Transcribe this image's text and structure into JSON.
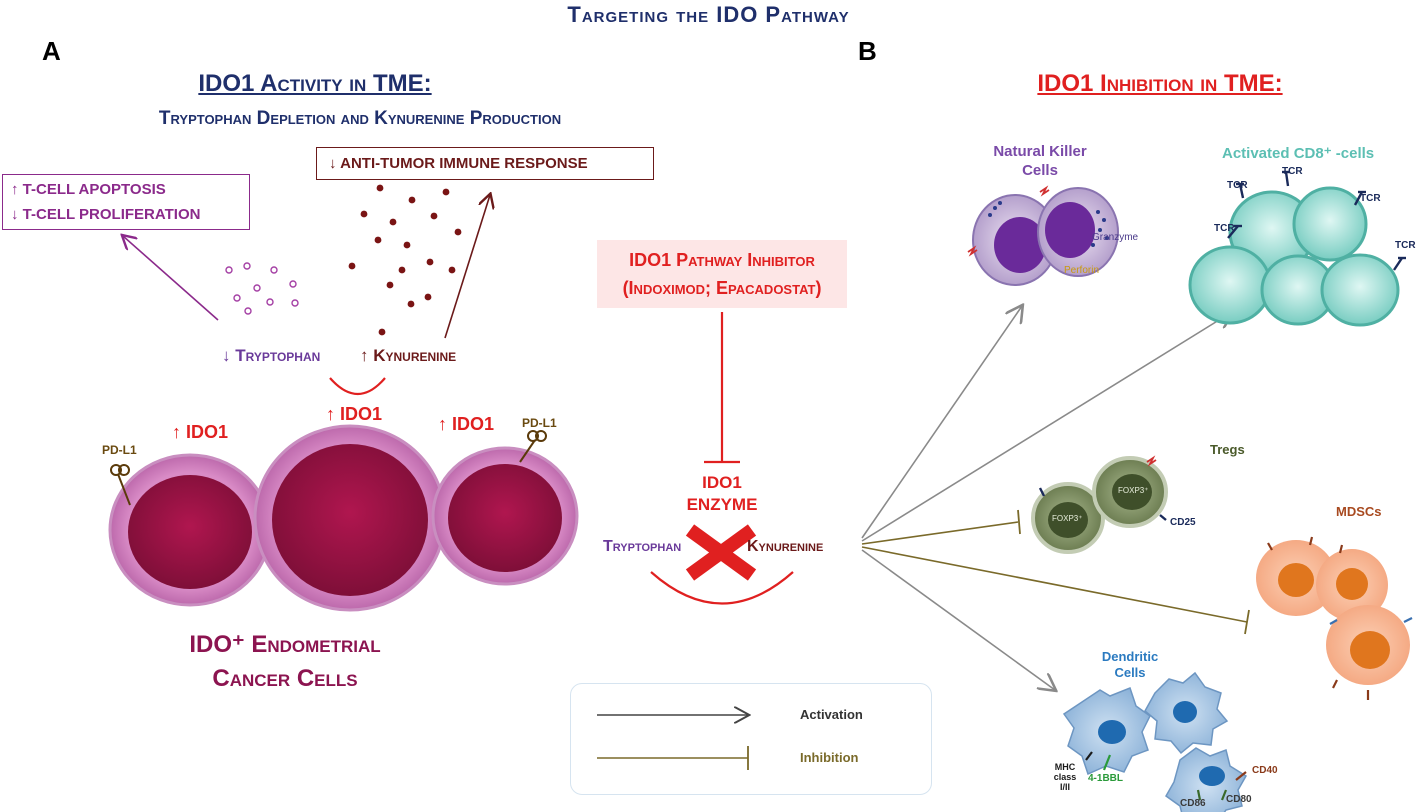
{
  "title": "Targeting the IDO Pathway",
  "panel_a": {
    "letter": "A",
    "heading": "IDO1 Activity in TME:",
    "subheading": "Tryptophan Depletion and Kynurenine Production",
    "tcell_box": {
      "line1": "↑ T-CELL APOPTOSIS",
      "line2": "↓ T-CELL PROLIFERATION"
    },
    "antitumor_box": "↓ ANTI-TUMOR IMMUNE RESPONSE",
    "tryptophan": "↓ Tryptophan",
    "kynurenine": "↑ Kynurenine",
    "ido1_labels": [
      "↑ IDO1",
      "↑ IDO1",
      "↑ IDO1"
    ],
    "pdl1_labels": [
      "PD-L1",
      "PD-L1"
    ],
    "cells_label": {
      "line1": "IDO⁺ Endometrial",
      "line2": "Cancer Cells"
    }
  },
  "center": {
    "inhibitor": {
      "line1": "IDO1 Pathway Inhibitor",
      "line2": "(Indoximod; Epacadostat)"
    },
    "enzyme": {
      "line1": "IDO1",
      "line2": "ENZYME"
    },
    "tryptophan": "Tryptophan",
    "kynurenine": "Kynurenine"
  },
  "panel_b": {
    "letter": "B",
    "heading": "IDO1 Inhibition in TME:",
    "nk": {
      "line1": "Natural Killer",
      "line2": "Cells",
      "granzyme": "Granzyme",
      "perforin": "Perforin"
    },
    "cd8": {
      "label": "Activated CD8⁺ -cells",
      "tcr": "TCR"
    },
    "tregs": {
      "label": "Tregs",
      "foxp3": "FOXP3⁺",
      "cd25": "CD25"
    },
    "mdscs": {
      "label": "MDSCs"
    },
    "dc": {
      "line1": "Dendritic",
      "line2": "Cells",
      "mhc1": "MHC",
      "mhc2": "class",
      "mhc3": "I/II",
      "bbl": "4-1BBL",
      "cd40": "CD40",
      "cd86": "CD86",
      "cd80": "CD80"
    }
  },
  "legend": {
    "activation": "Activation",
    "inhibition": "Inhibition"
  },
  "colors": {
    "navy": "#1f2f6b",
    "red": "#e02020",
    "purple": "#8b2a8b",
    "brown": "#6b1a1a",
    "cell_magenta": "#9e1a4e",
    "inhibition_line": "#7a6a2a",
    "activation_line": "#8a8a8a"
  }
}
